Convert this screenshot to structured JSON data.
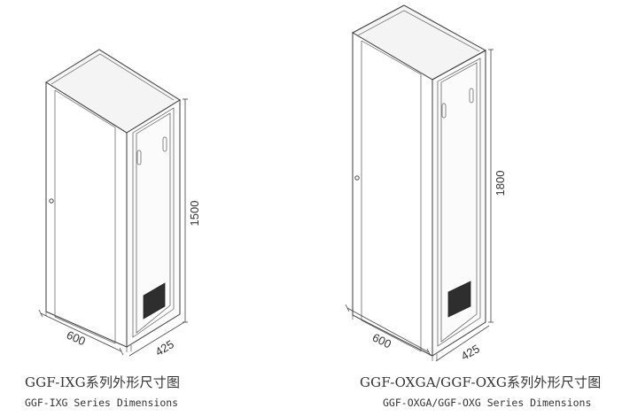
{
  "left_cabinet": {
    "caption_cn": "GGF-IXG系列外形尺寸图",
    "caption_en": "GGF-IXG Series Dimensions",
    "dims": {
      "height": "1500",
      "width": "600",
      "depth": "425"
    }
  },
  "right_cabinet": {
    "caption_cn": "GGF-OXGA/GGF-OXG系列外形尺寸图",
    "caption_en": "GGF-OXGA/GGF-OXG Series Dimensions",
    "dims": {
      "height": "1800",
      "width": "600",
      "depth": "425"
    }
  }
}
